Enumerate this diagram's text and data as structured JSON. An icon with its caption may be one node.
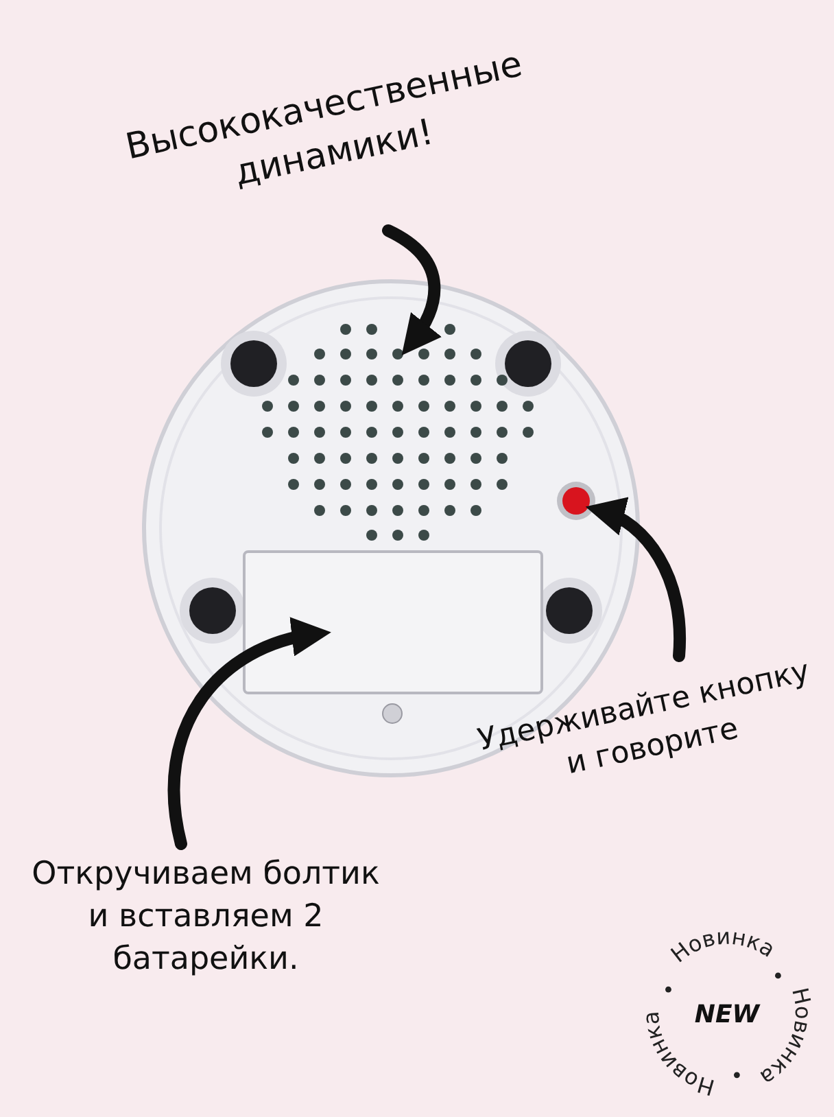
{
  "diagram": {
    "nodes": [
      {
        "text": [
          "Высококачественные динамики!"
        ]
      },
      {
        "text": [],
        "shape": "picture"
      },
      {
        "text": [],
        "shape": "circle"
      },
      {
        "text": [
          "Удерживайте кнопку и говорите"
        ]
      },
      {
        "text": [],
        "shape": "box"
      },
      {
        "text": [
          "Откручиваем болтик и вставляем 2 батарейки."
        ]
      }
    ],
    "edges": [
      {
        "from": 0,
        "to": 1,
        "arrow": "to"
      },
      {
        "from": 3,
        "to": 2,
        "arrow": "to"
      },
      {
        "from": 5,
        "to": 4,
        "arrow": "to"
      }
    ],
    "labels": [
      "Новинка",
      "Новинка",
      "Новинка",
      "NEW"
    ]
  }
}
